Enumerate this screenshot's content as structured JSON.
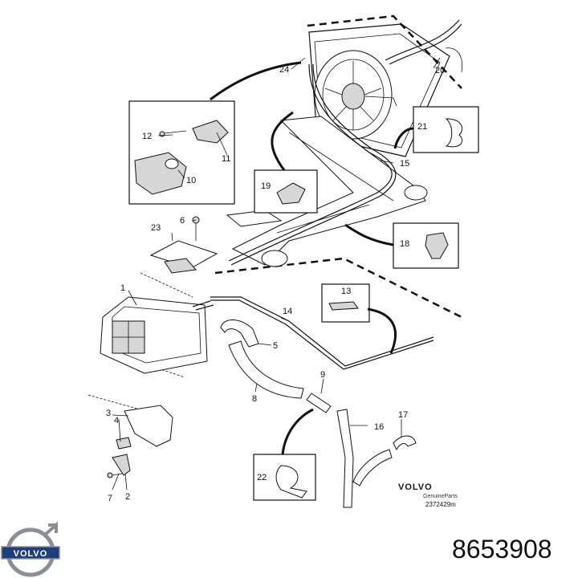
{
  "brand": {
    "name": "VOLVO",
    "sub": "GenuineParts",
    "drawing_number": "2372429m",
    "logo_text": "VOLVO"
  },
  "part_number": "8653908",
  "callouts": [
    "1",
    "2",
    "3",
    "4",
    "5",
    "6",
    "7",
    "8",
    "9",
    "10",
    "11",
    "12",
    "13",
    "14",
    "15",
    "16",
    "17",
    "18",
    "19",
    "20",
    "21",
    "22",
    "23",
    "24"
  ],
  "colors": {
    "line": "#111111",
    "part_fill": "#d6d6d6",
    "logo_blue": "#1f3f7a",
    "logo_steel": "#8a8f96"
  }
}
